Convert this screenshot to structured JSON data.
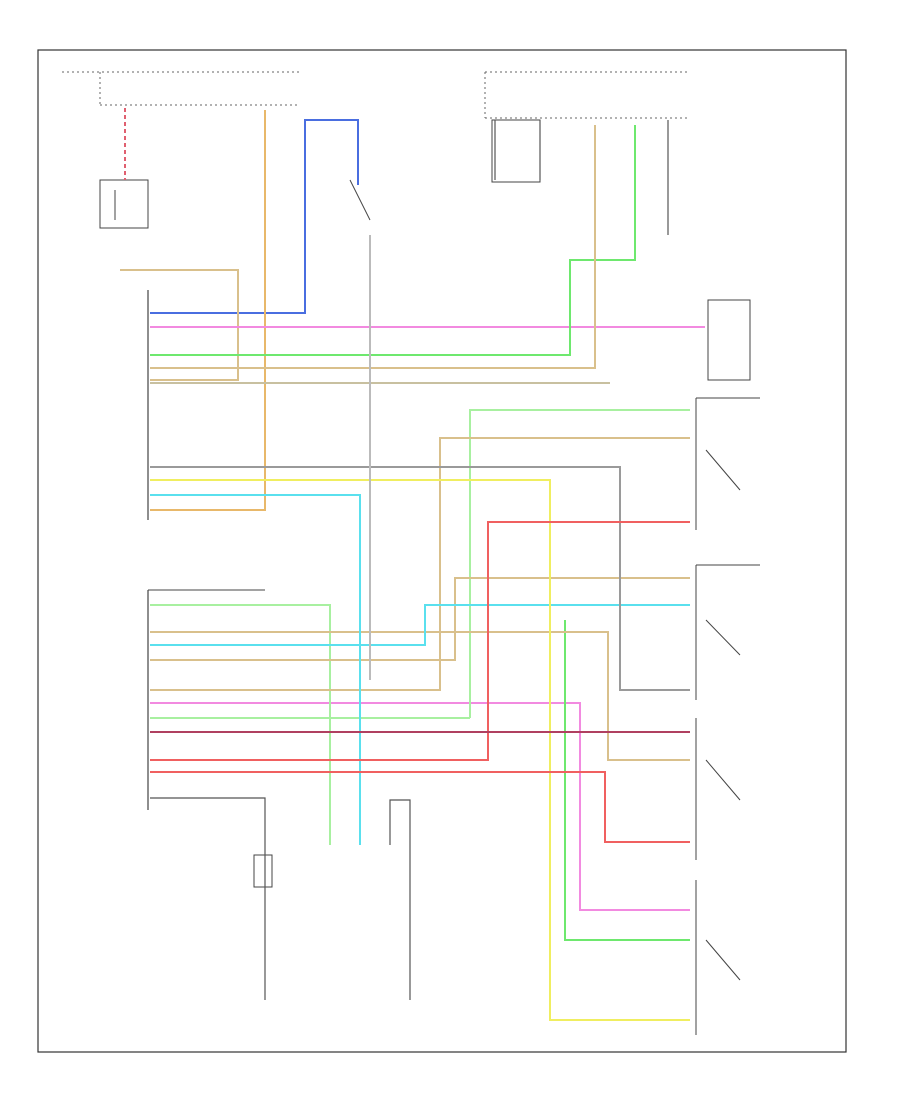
{
  "colors": {
    "background": "#ffffff",
    "frame": "#333333",
    "blue": "#4a6ee0",
    "orange": "#e8b86a",
    "pink": "#f28ae0",
    "green": "#6ee86e",
    "tan": "#d9c08c",
    "cyan": "#5ae0ee",
    "yellow": "#f0ee60",
    "red": "#f06060",
    "gray": "#9a9a9a",
    "lightgreen": "#a8f0a0"
  },
  "wires": [
    {
      "name": "wire-blue",
      "color": "blue"
    },
    {
      "name": "wire-orange",
      "color": "orange"
    },
    {
      "name": "wire-pink",
      "color": "pink"
    },
    {
      "name": "wire-green",
      "color": "green"
    },
    {
      "name": "wire-tan",
      "color": "tan"
    },
    {
      "name": "wire-cyan",
      "color": "cyan"
    },
    {
      "name": "wire-yellow",
      "color": "yellow"
    },
    {
      "name": "wire-red",
      "color": "red"
    }
  ]
}
